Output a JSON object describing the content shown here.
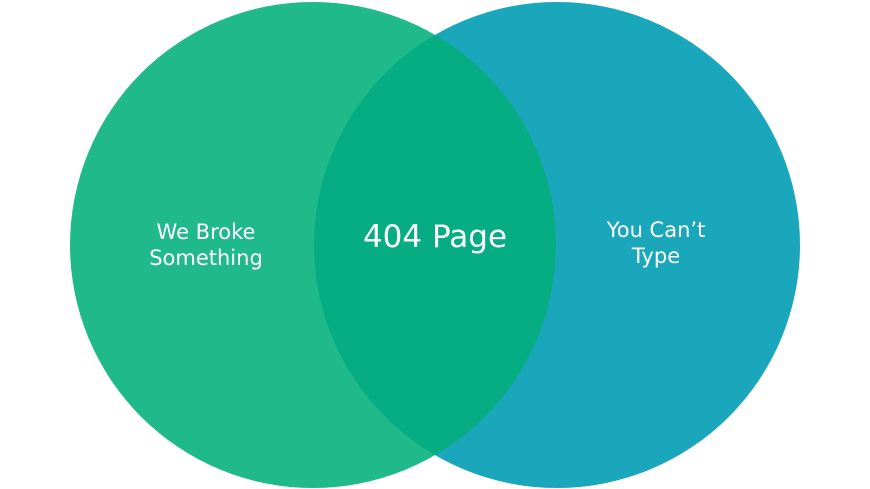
{
  "diagram": {
    "left_circle": {
      "label_lines": [
        "We Broke",
        "Something"
      ],
      "color": "#1fb98a"
    },
    "right_circle": {
      "label_lines": [
        "You Can’t",
        "Type"
      ],
      "color": "#1ba7bb"
    },
    "overlap": {
      "label": "404 Page",
      "color": "#06ad83"
    },
    "text_color": "#ffffff",
    "background": "#ffffff"
  }
}
